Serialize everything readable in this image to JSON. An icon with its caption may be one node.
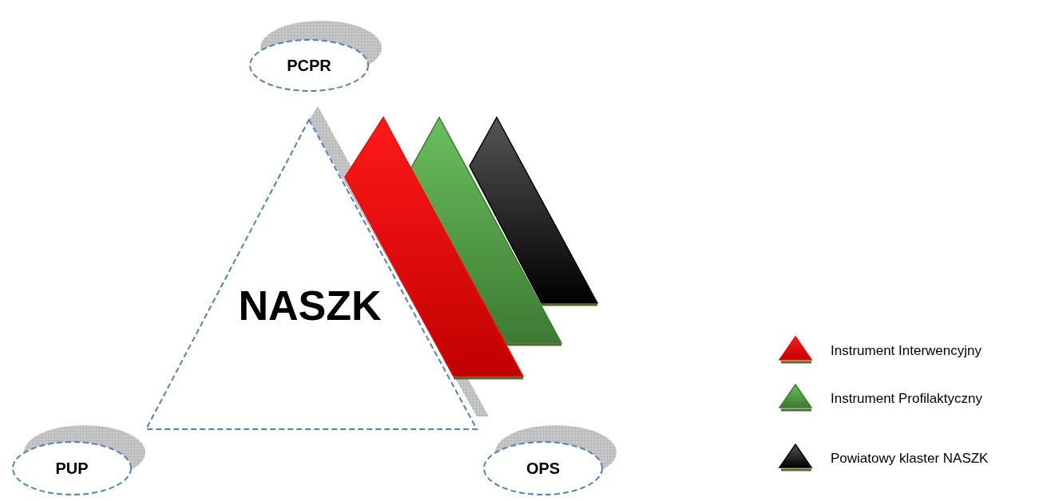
{
  "diagram": {
    "nodes": [
      {
        "text": [
          "PCPR"
        ]
      },
      {
        "text": [
          "NASZK"
        ]
      },
      {
        "text": [
          "PUP"
        ]
      },
      {
        "text": [
          "OPS"
        ]
      },
      {
        "text": [],
        "shape": "triangle"
      },
      {
        "text": [],
        "shape": "triangle"
      },
      {
        "text": [],
        "shape": "triangle"
      }
    ],
    "edges": [],
    "legend": [
      {
        "text": "Instrument Interwencyjny"
      },
      {
        "text": "Instrument Profilaktyczny"
      },
      {
        "text": "Powiatowy klaster NASZK"
      }
    ]
  }
}
